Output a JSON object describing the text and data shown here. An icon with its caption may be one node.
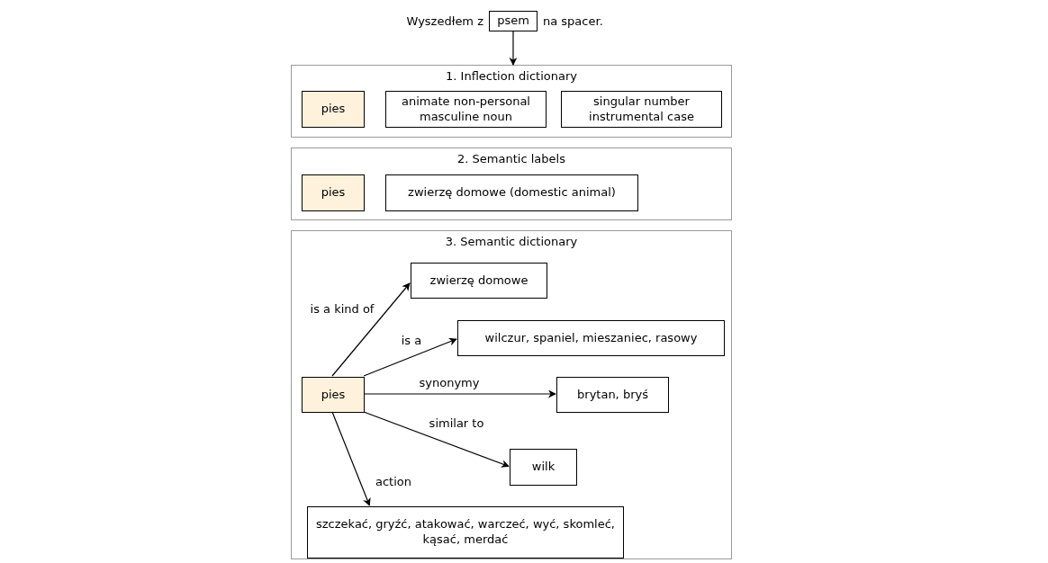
{
  "diagram": {
    "nodes": [
      {
        "text": [
          "psem"
        ]
      },
      {
        "text": [
          "1. Inflection dictionary"
        ]
      },
      {
        "text": [
          "pies"
        ],
        "in": 1
      },
      {
        "text": [
          "animate non-personal masculine noun"
        ],
        "in": 1
      },
      {
        "text": [
          "singular number instrumental case"
        ],
        "in": 1
      },
      {
        "text": [
          "2. Semantic labels"
        ]
      },
      {
        "text": [
          "pies"
        ],
        "in": 5
      },
      {
        "text": [
          "zwierzę domowe (domestic animal)"
        ],
        "in": 5
      },
      {
        "text": [
          "3. Semantic dictionary"
        ]
      },
      {
        "text": [
          "zwierzę domowe"
        ],
        "in": 8
      },
      {
        "text": [
          "wilczur, spaniel, mieszaniec, rasowy"
        ],
        "in": 8
      },
      {
        "text": [
          "pies"
        ],
        "in": 8
      },
      {
        "text": [
          "brytan, bryś"
        ],
        "in": 8
      },
      {
        "text": [
          "wilk"
        ],
        "in": 8
      },
      {
        "text": [
          "szczekać, gryźć, atakować, warczeć, wyć, skomleć, kąsać, merdać"
        ],
        "in": 8
      }
    ],
    "edges": [
      {
        "from": 0,
        "to": 1,
        "arrow": "to"
      },
      {
        "from": 11,
        "to": 9,
        "arrow": "to",
        "label": "is a kind of"
      },
      {
        "from": 11,
        "to": 10,
        "arrow": "to",
        "label": "is a"
      },
      {
        "from": 11,
        "to": 12,
        "arrow": "to",
        "label": "synonymy"
      },
      {
        "from": 11,
        "to": 13,
        "arrow": "to",
        "label": "similar to"
      },
      {
        "from": 11,
        "to": 14,
        "arrow": "to",
        "label": "action"
      }
    ],
    "labels": [
      "Wyszedłem z",
      "na spacer."
    ]
  }
}
